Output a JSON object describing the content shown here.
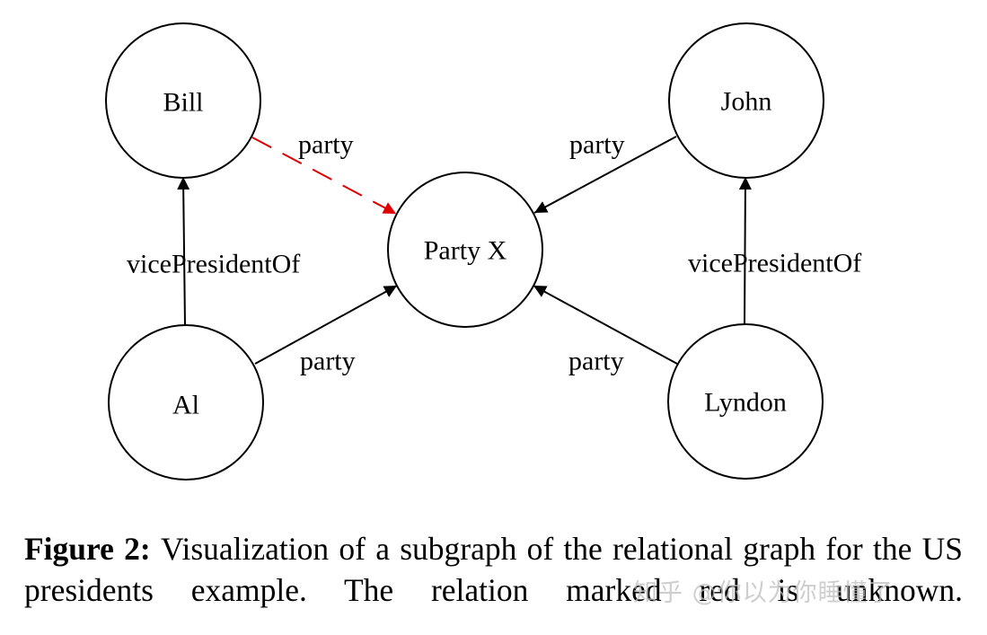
{
  "colors": {
    "default_edge": "#000000",
    "unknown_edge": "#e00000",
    "node_stroke": "#000000"
  },
  "nodes": [
    {
      "id": "bill",
      "label": "Bill"
    },
    {
      "id": "john",
      "label": "John"
    },
    {
      "id": "partyx",
      "label": "Party X"
    },
    {
      "id": "al",
      "label": "Al"
    },
    {
      "id": "lyndon",
      "label": "Lyndon"
    }
  ],
  "edges": [
    {
      "id": "bill-partyx",
      "from": "bill",
      "to": "partyx",
      "label": "party",
      "style": "dashed",
      "color": "#e00000"
    },
    {
      "id": "john-partyx",
      "from": "john",
      "to": "partyx",
      "label": "party",
      "style": "solid",
      "color": "#000000"
    },
    {
      "id": "al-bill",
      "from": "al",
      "to": "bill",
      "label": "vicePresidentOf",
      "style": "solid",
      "color": "#000000"
    },
    {
      "id": "lyndon-john",
      "from": "lyndon",
      "to": "john",
      "label": "vicePresidentOf",
      "style": "solid",
      "color": "#000000"
    },
    {
      "id": "al-partyx",
      "from": "al",
      "to": "partyx",
      "label": "party",
      "style": "solid",
      "color": "#000000"
    },
    {
      "id": "lyndon-partyx",
      "from": "lyndon",
      "to": "partyx",
      "label": "party",
      "style": "solid",
      "color": "#000000"
    }
  ],
  "caption": {
    "label": "Figure 2:",
    "text": "Visualization of a subgraph of the relational graph for the US presidents example. The relation marked red is unknown."
  },
  "watermark": "知乎 @你以为你睡懂了"
}
